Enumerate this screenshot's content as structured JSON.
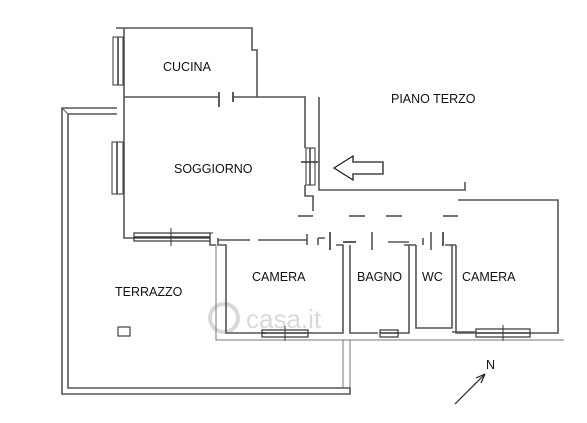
{
  "rooms": {
    "cucina": "CUCINA",
    "soggiorno": "SOGGIORNO",
    "terrazzo": "TERRAZZO",
    "camera_1": "CAMERA",
    "bagno": "BAGNO",
    "wc": "WC",
    "camera_2": "CAMERA"
  },
  "floor_label": "PIANO TERZO",
  "compass_label": "N",
  "watermark": "casa.it",
  "colors": {
    "walls": "#555555",
    "window": "#2f2f2f",
    "watermark": "#d9d9d9"
  }
}
